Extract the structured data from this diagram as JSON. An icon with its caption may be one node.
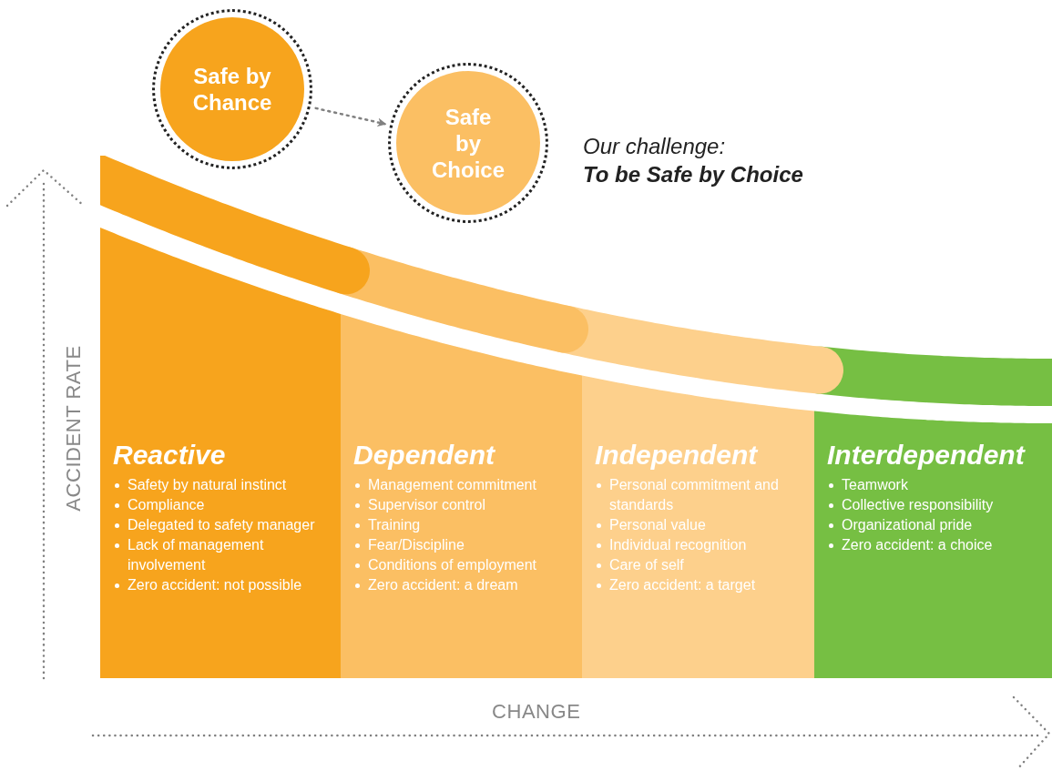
{
  "diagram": {
    "nodes": [
      {
        "text": [
          "Safe by Chance"
        ]
      },
      {
        "text": [
          "Safe by Choice"
        ]
      },
      {
        "text": [
          "Reactive",
          "Safety by natural instinct",
          "Compliance",
          "Delegated to safety manager",
          "Lack of management involvement",
          "Zero accident: not possible"
        ]
      },
      {
        "text": [
          "Dependent",
          "Management commitment",
          "Supervisor control",
          "Training",
          "Fear/Discipline",
          "Conditions of employment",
          "Zero accident: a dream"
        ]
      },
      {
        "text": [
          "Independent",
          "Personal commitment and standards",
          "Personal value",
          "Individual recognition",
          "Care of self",
          "Zero accident: a target"
        ]
      },
      {
        "text": [
          "Interdependent",
          "Teamwork",
          "Collective responsibility",
          "Organizational pride",
          "Zero accident: a choice"
        ]
      }
    ],
    "edges": [
      {
        "from": 0,
        "to": 1,
        "arrow": "to",
        "style": "dashed"
      }
    ],
    "labels": [
      "Our challenge:",
      "To be Safe by Choice",
      "ACCIDENT RATE",
      "CHANGE"
    ]
  }
}
